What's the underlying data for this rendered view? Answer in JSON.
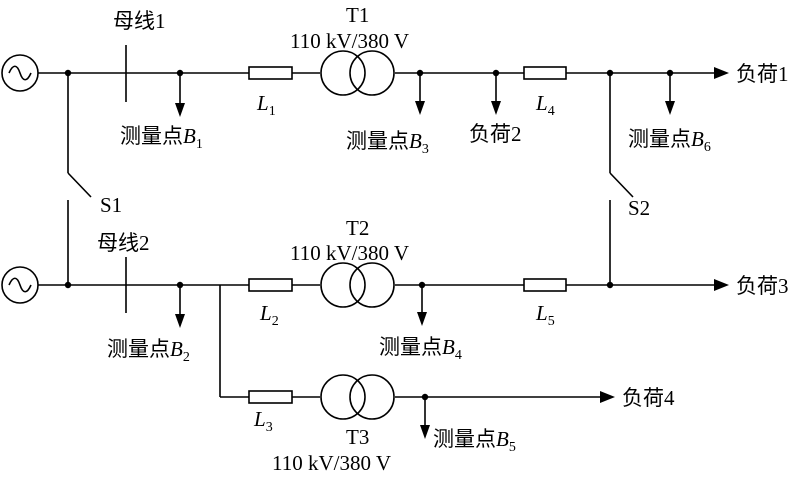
{
  "sources": [
    {
      "id": "G1",
      "icon": "ac-source-icon"
    },
    {
      "id": "G2",
      "icon": "ac-source-icon"
    }
  ],
  "buses": {
    "bus1": "母线1",
    "bus2": "母线2"
  },
  "switches": {
    "s1": "S1",
    "s2": "S2"
  },
  "transformers": {
    "t1": {
      "name": "T1",
      "rating": "110 kV/380 V"
    },
    "t2": {
      "name": "T2",
      "rating": "110 kV/380 V"
    },
    "t3": {
      "name": "T3",
      "rating": "110 kV/380 V"
    }
  },
  "lines": {
    "l1": {
      "base": "L",
      "sub": "1"
    },
    "l2": {
      "base": "L",
      "sub": "2"
    },
    "l3": {
      "base": "L",
      "sub": "3"
    },
    "l4": {
      "base": "L",
      "sub": "4"
    },
    "l5": {
      "base": "L",
      "sub": "5"
    }
  },
  "measurement_points": {
    "b1": {
      "prefix": "测量点",
      "base": "B",
      "sub": "1"
    },
    "b2": {
      "prefix": "测量点",
      "base": "B",
      "sub": "2"
    },
    "b3": {
      "prefix": "测量点",
      "base": "B",
      "sub": "3"
    },
    "b4": {
      "prefix": "测量点",
      "base": "B",
      "sub": "4"
    },
    "b5": {
      "prefix": "测量点",
      "base": "B",
      "sub": "5"
    },
    "b6": {
      "prefix": "测量点",
      "base": "B",
      "sub": "6"
    }
  },
  "loads": {
    "load1": "负荷1",
    "load2": "负荷2",
    "load3": "负荷3",
    "load4": "负荷4"
  },
  "colors": {
    "line": "#000000",
    "background": "#ffffff"
  }
}
